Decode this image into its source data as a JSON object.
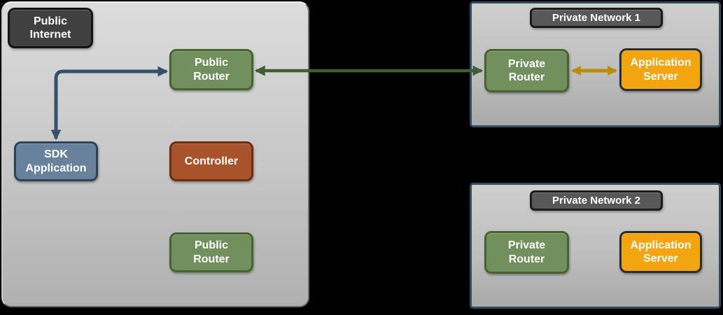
{
  "colors": {
    "background": "#000000",
    "panel_border_teal": "#2e4d63",
    "dark_fill": "#404040",
    "dark_border": "#141414",
    "title_fill": "#585858",
    "title_border": "#1c1c1c",
    "green_fill": "#71905e",
    "green_border": "#45642f",
    "slate_fill": "#68829b",
    "slate_border": "#2d4257",
    "rust_fill": "#a9532d",
    "rust_border": "#6e2c10",
    "orange_fill": "#f3a411",
    "orange_border": "#2d2d2d",
    "arrow_navy": "#36506b",
    "arrow_green": "#3e5e34",
    "arrow_gold": "#b88d09"
  },
  "public_internet": {
    "label": "Public\nInternet",
    "public_router_top_label": "Public\nRouter",
    "sdk_application_label": "SDK\nApplication",
    "controller_label": "Controller",
    "public_router_bottom_label": "Public\nRouter"
  },
  "private_network_1": {
    "title": "Private Network 1",
    "private_router_label": "Private\nRouter",
    "application_server_label": "Application\nServer"
  },
  "private_network_2": {
    "title": "Private Network 2",
    "private_router_label": "Private\nRouter",
    "application_server_label": "Application\nServer"
  }
}
